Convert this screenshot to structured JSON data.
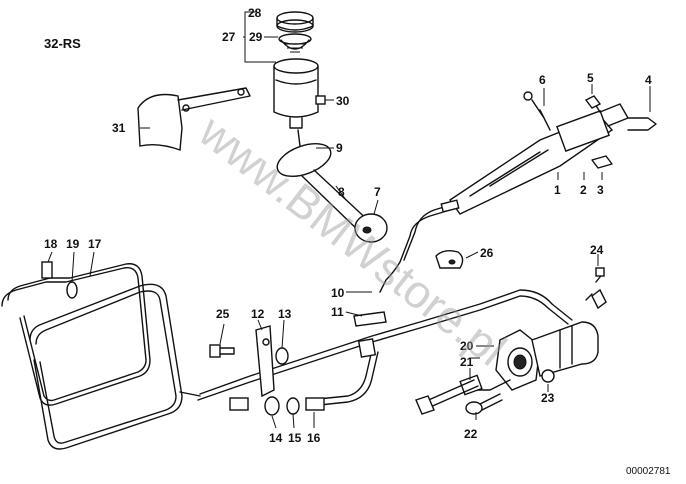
{
  "group_label": "32-RS",
  "doc_number": "00002781",
  "watermark": "www.BMWstore.pl",
  "part_numbers": {
    "p1": "1",
    "p2": "2",
    "p3": "3",
    "p4": "4",
    "p5": "5",
    "p6": "6",
    "p7": "7",
    "p8": "8",
    "p9": "9",
    "p10": "10",
    "p11": "11",
    "p12": "12",
    "p13": "13",
    "p14": "14",
    "p15": "15",
    "p16": "16",
    "p17": "17",
    "p18": "18",
    "p19": "19",
    "p20": "20",
    "p21": "21",
    "p22": "22",
    "p23": "23",
    "p24": "24",
    "p25": "25",
    "p26": "26",
    "p27": "27",
    "p28": "28",
    "p29": "29",
    "p30": "30",
    "p31": "31"
  }
}
